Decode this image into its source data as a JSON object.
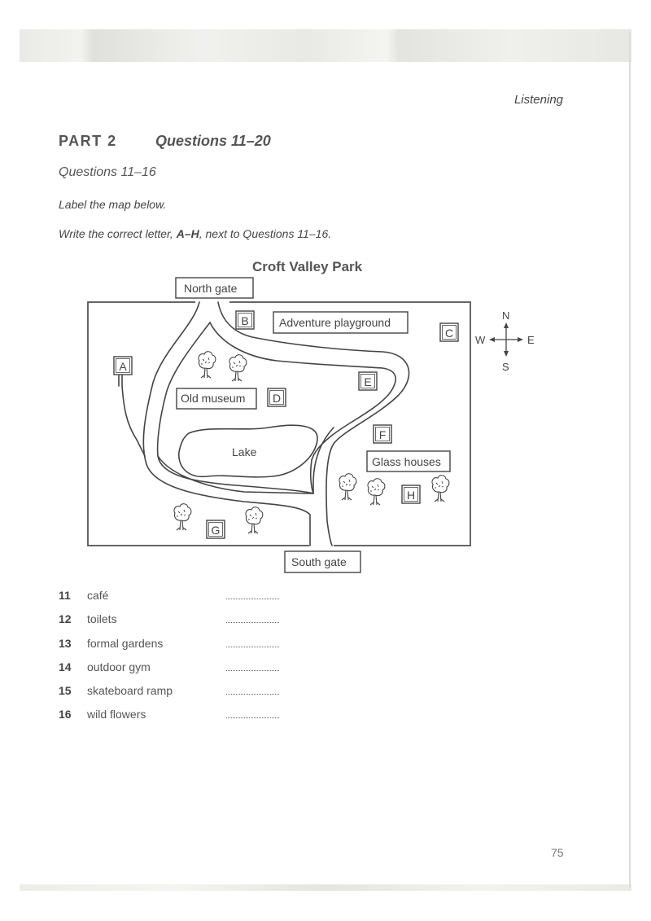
{
  "header": {
    "section": "Listening",
    "part": "PART 2",
    "questions_range": "Questions 11–20",
    "subsection": "Questions 11–16",
    "instruction_1": "Label the map below.",
    "instruction_2_prefix": "Write the correct letter, ",
    "instruction_2_letters": "A–H",
    "instruction_2_suffix": ", next to Questions 11–16."
  },
  "map": {
    "title": "Croft Valley Park",
    "gates": {
      "north": "North gate",
      "south": "South gate"
    },
    "places": {
      "adventure_playground": "Adventure playground",
      "old_museum": "Old museum",
      "lake": "Lake",
      "glass_houses": "Glass houses"
    },
    "letters": {
      "A": "A",
      "B": "B",
      "C": "C",
      "D": "D",
      "E": "E",
      "F": "F",
      "G": "G",
      "H": "H"
    },
    "compass": {
      "n": "N",
      "s": "S",
      "e": "E",
      "w": "W"
    }
  },
  "questions": [
    {
      "number": "11",
      "label": "café"
    },
    {
      "number": "12",
      "label": "toilets"
    },
    {
      "number": "13",
      "label": "formal gardens"
    },
    {
      "number": "14",
      "label": "outdoor gym"
    },
    {
      "number": "15",
      "label": "skateboard ramp"
    },
    {
      "number": "16",
      "label": "wild flowers"
    }
  ],
  "page_number": "75"
}
